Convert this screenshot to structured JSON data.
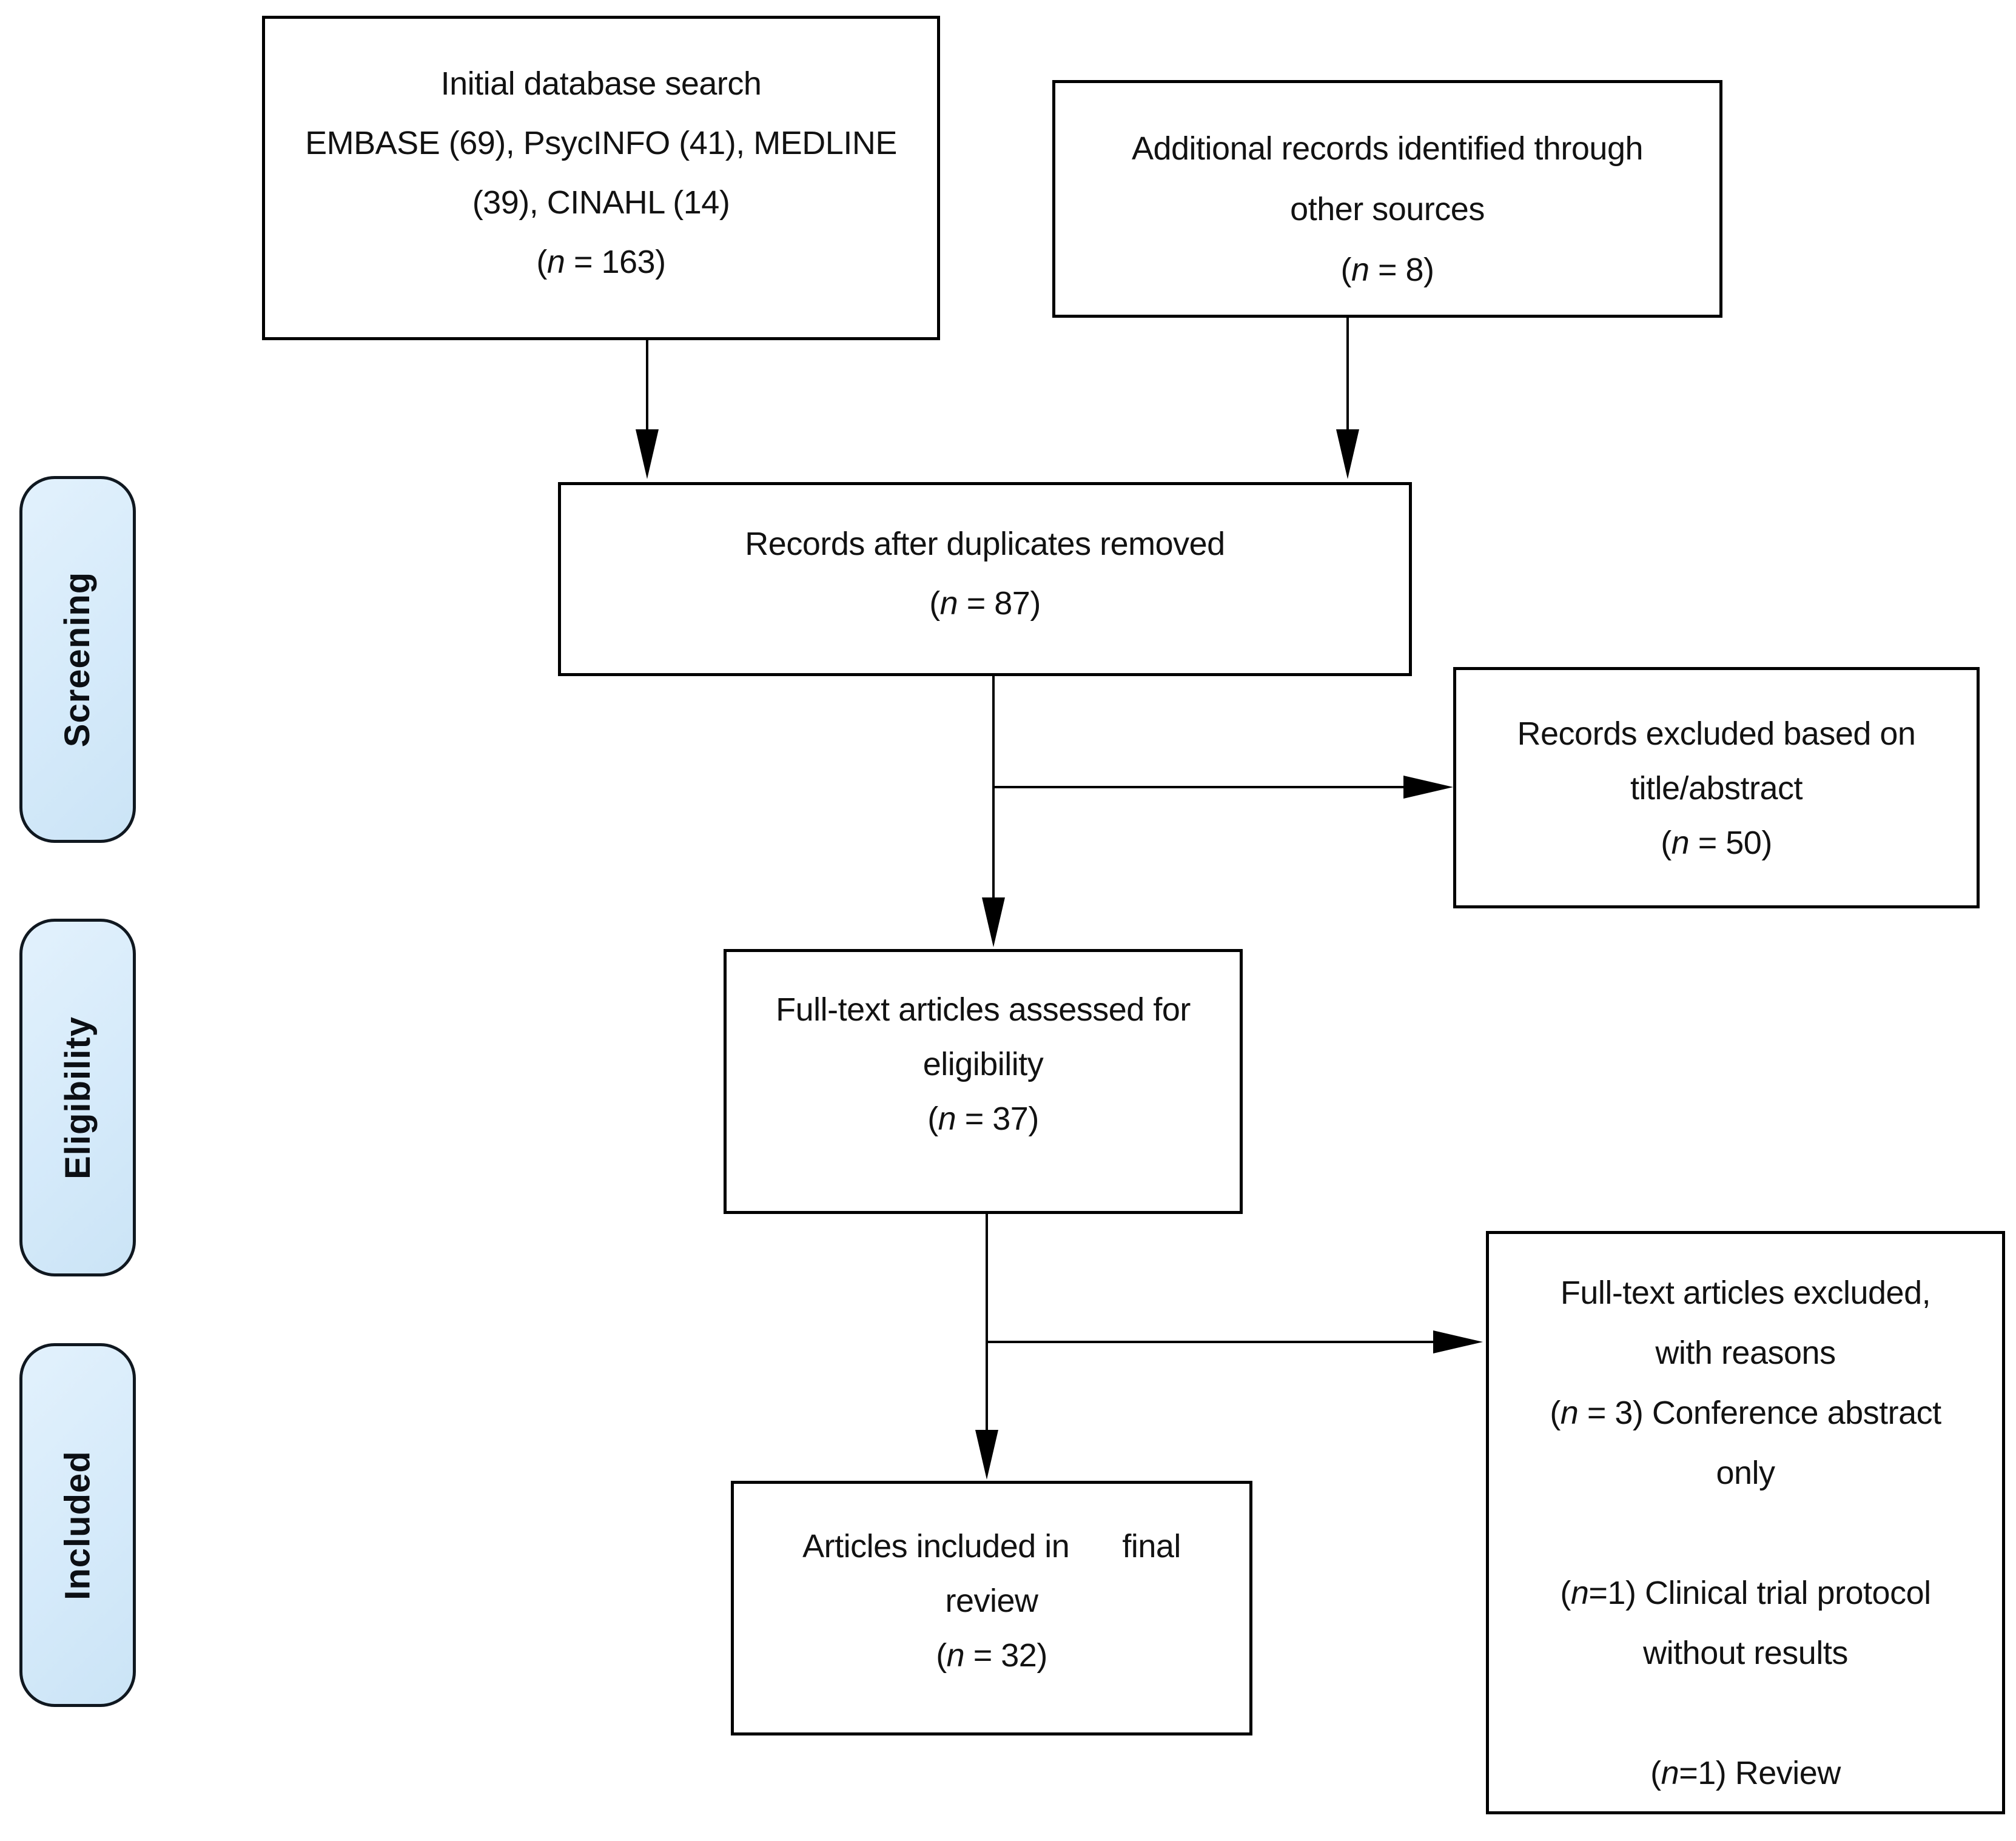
{
  "diagram": {
    "stage_labels": [
      {
        "id": "screening",
        "label": "Screening"
      },
      {
        "id": "eligibility",
        "label": "Eligibility"
      },
      {
        "id": "included",
        "label": "Included"
      }
    ],
    "boxes": {
      "initial_search": {
        "lines": [
          "Initial database search",
          "EMBASE (69), PsycINFO (41), MEDLINE",
          "(39), CINAHL (14)",
          "(n = 163)"
        ]
      },
      "additional_records": {
        "lines": [
          "Additional records identified through",
          "other sources",
          "(n = 8)"
        ]
      },
      "after_duplicates": {
        "lines": [
          "Records after duplicates removed",
          "(n = 87)"
        ]
      },
      "records_excluded": {
        "lines": [
          "Records excluded based on",
          "title/abstract",
          "(n = 50)"
        ]
      },
      "fulltext_assessed": {
        "lines": [
          "Full-text articles assessed for",
          "eligibility",
          "(n = 37)"
        ]
      },
      "included_final": {
        "lines": [
          "Articles included in      final",
          "review",
          "(n = 32)"
        ]
      },
      "fulltext_excluded": {
        "lines": [
          "Full-text articles excluded,",
          "with reasons",
          "(n = 3) Conference abstract",
          "only",
          "",
          "(n=1) Clinical trial protocol",
          "without results",
          "",
          "(n=1) Review"
        ]
      }
    },
    "colors": {
      "stage_fill": "#d5eafa",
      "stage_border": "#101820",
      "box_border": "#000000",
      "arrow": "#000000",
      "text": "#121212"
    }
  }
}
